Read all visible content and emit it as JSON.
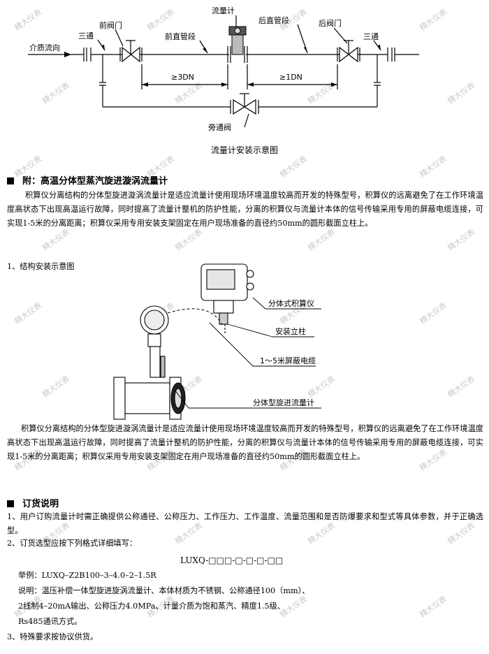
{
  "diagram1": {
    "medium_flow": "介质流向",
    "tee_left": "三通",
    "front_valve": "前阀门",
    "front_straight": "前直管段",
    "flowmeter": "流量计",
    "rear_straight": "后直管段",
    "rear_valve": "后阀门",
    "tee_right": "三通",
    "front_dn": "≥3DN",
    "rear_dn": "≥1DN",
    "bypass_valve": "旁通阀",
    "caption": "流量计安装示意图"
  },
  "appendix": {
    "title": "附：高温分体型蒸汽旋进漩涡流量计",
    "paragraph": "积算仪分离结构的分体型旋进漩涡流量计是适应流量计使用现场环境温度较高而开发的特殊型号，积算仪的远离避免了在工作环境温度高状态下出现高温运行故障，同时提高了流量计整机的防护性能，分离的积算仪与流量计本体的信号传输采用专用的屏蔽电缆连接，可实现1-5米的分离距离；积算仪采用专用安装支架固定在用户现场准备的直径约50mm的圆形截面立柱上。"
  },
  "structure": {
    "heading": "1、结构安装示意图",
    "label_totalizer": "分体式积算仪",
    "label_post": "安装立柱",
    "label_cable": "1～5米屏蔽电缆",
    "label_meter": "分体型旋进流量计",
    "paragraph": "积算仪分离结构的分体型旋进漩涡流量计是适应流量计使用现场环境温度较高而开发的特殊型号，积算仪的远离避免了在工作环境温度高状态下出现高温运行故障，同时提高了流量计整机的防护性能，分离的积算仪与流量计本体的信号传输采用专用的屏蔽电缆连接，可实现1-5米的分离距离；积算仪采用专用安装支架固定在用户现场准备的直径约50mm的圆形截面立柱上。"
  },
  "order": {
    "title": "订货说明",
    "item1": "1、用户订购流量计时需正确提供公称通径、公称压力、工作压力、工作温度、流量范围和是否防爆要求和型式等具体参数，并于正确选型。",
    "item2": "2、订货选型应按下列格式详细填写：",
    "format": "LUXQ-□□□-□-□-□-□□",
    "example": "举例：LUXQ–Z2B100–3–4.0–2–1.5R",
    "desc1": "说明：温压补偿一体型旋进旋涡流量计、本体材质为不锈钢、公称通径100（mm）、",
    "desc2": "2线制4–20mA输出、公称压力4.0MPa、计量介质为饱和蒸汽、精度1.5级、",
    "desc3": "Rs485通讯方式。",
    "item3": "3、特殊要求按协议供货。"
  },
  "watermark": "精大仪表"
}
